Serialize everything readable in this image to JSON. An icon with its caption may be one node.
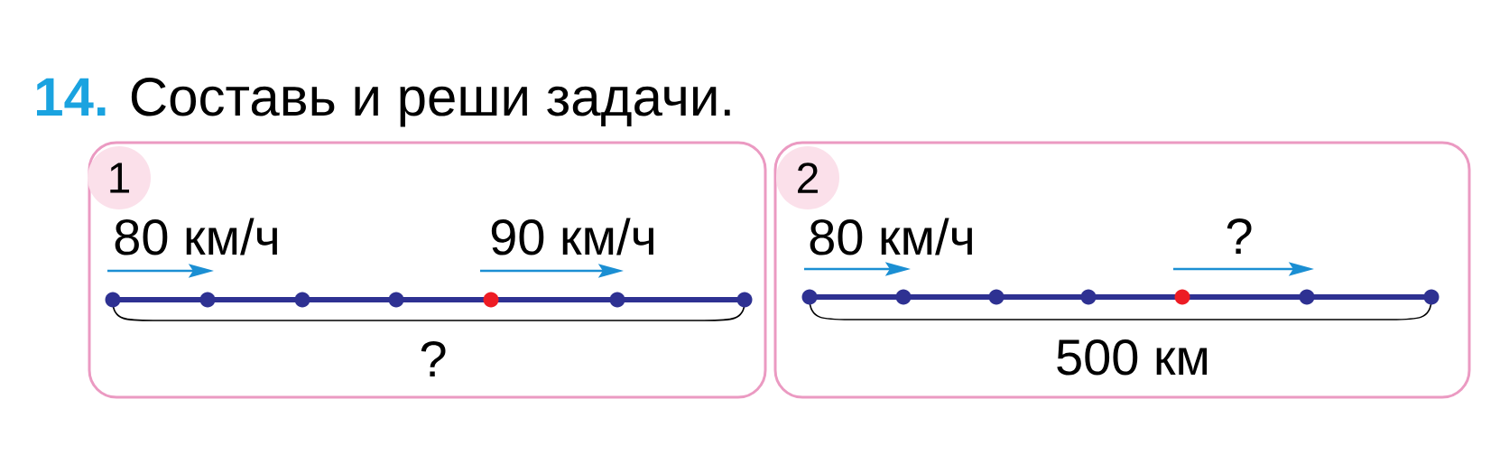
{
  "diagram": {
    "title": "**14.** Составь и реши задачи.",
    "nodes": [
      {
        "text": [],
        "shape": "box"
      },
      {
        "text": [
          "1"
        ],
        "in": 0
      },
      {
        "text": [],
        "shape": "box"
      },
      {
        "text": [
          "2"
        ],
        "in": 2
      }
    ],
    "labels": [
      "80 км/ч",
      "90 км/ч",
      "?",
      "80 км/ч",
      "?",
      "500 км"
    ]
  }
}
